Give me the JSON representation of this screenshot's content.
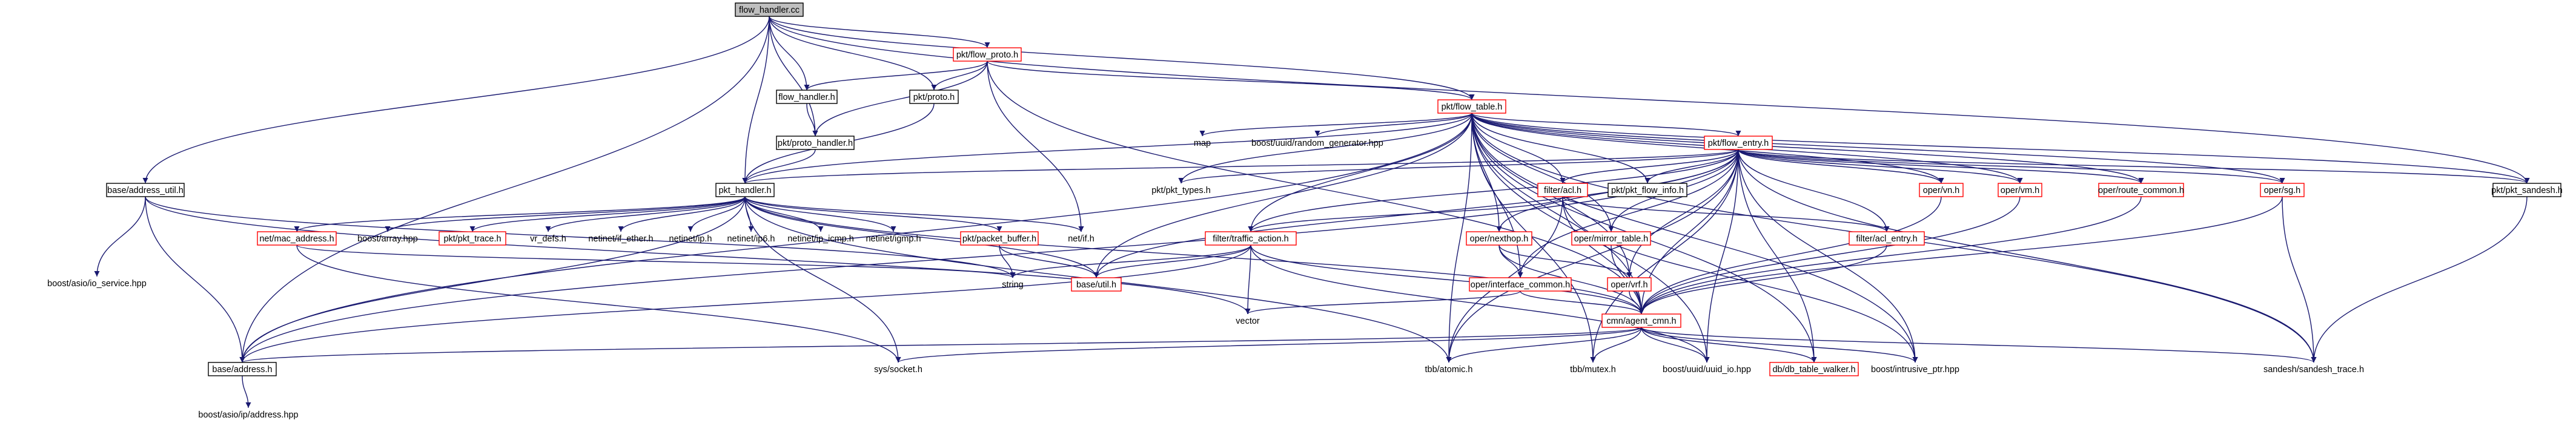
{
  "graph": {
    "nodes": [
      {
        "id": "flow_handler_cc",
        "label": "flow_handler.cc",
        "style": "root"
      },
      {
        "id": "pkt_flow_proto",
        "label": "pkt/flow_proto.h",
        "style": "red"
      },
      {
        "id": "flow_handler_h",
        "label": "flow_handler.h",
        "style": "black"
      },
      {
        "id": "pkt_proto_h",
        "label": "pkt/proto.h",
        "style": "black"
      },
      {
        "id": "pkt_flow_table",
        "label": "pkt/flow_table.h",
        "style": "red"
      },
      {
        "id": "pkt_proto_handler",
        "label": "pkt/proto_handler.h",
        "style": "black"
      },
      {
        "id": "pkt_handler",
        "label": "pkt_handler.h",
        "style": "black"
      },
      {
        "id": "base_address_util",
        "label": "base/address_util.h",
        "style": "black"
      },
      {
        "id": "map",
        "label": "map",
        "style": "none"
      },
      {
        "id": "boost_uuid_random",
        "label": "boost/uuid/random_generator.hpp",
        "style": "none"
      },
      {
        "id": "pkt_flow_entry",
        "label": "pkt/flow_entry.h",
        "style": "red"
      },
      {
        "id": "pkt_pkt_types",
        "label": "pkt/pkt_types.h",
        "style": "none"
      },
      {
        "id": "filter_acl",
        "label": "filter/acl.h",
        "style": "red"
      },
      {
        "id": "pkt_pkt_flow_info",
        "label": "pkt/pkt_flow_info.h",
        "style": "black"
      },
      {
        "id": "oper_vn",
        "label": "oper/vn.h",
        "style": "red"
      },
      {
        "id": "oper_vm",
        "label": "oper/vm.h",
        "style": "red"
      },
      {
        "id": "oper_route_common",
        "label": "oper/route_common.h",
        "style": "red"
      },
      {
        "id": "oper_sg",
        "label": "oper/sg.h",
        "style": "red"
      },
      {
        "id": "pkt_pkt_sandesh",
        "label": "pkt/pkt_sandesh.h",
        "style": "black"
      },
      {
        "id": "net_mac_address",
        "label": "net/mac_address.h",
        "style": "red"
      },
      {
        "id": "boost_array",
        "label": "boost/array.hpp",
        "style": "none"
      },
      {
        "id": "pkt_pkt_trace",
        "label": "pkt/pkt_trace.h",
        "style": "red"
      },
      {
        "id": "vr_defs",
        "label": "vr_defs.h",
        "style": "none"
      },
      {
        "id": "netinet_if_ether",
        "label": "netinet/if_ether.h",
        "style": "none"
      },
      {
        "id": "netinet_ip",
        "label": "netinet/ip.h",
        "style": "none"
      },
      {
        "id": "netinet_ip6",
        "label": "netinet/ip6.h",
        "style": "none"
      },
      {
        "id": "netinet_ip_icmp",
        "label": "netinet/ip_icmp.h",
        "style": "none"
      },
      {
        "id": "netinet_igmp",
        "label": "netinet/igmp.h",
        "style": "none"
      },
      {
        "id": "pkt_packet_buffer",
        "label": "pkt/packet_buffer.h",
        "style": "red"
      },
      {
        "id": "net_if",
        "label": "net/if.h",
        "style": "none"
      },
      {
        "id": "filter_traffic_action",
        "label": "filter/traffic_action.h",
        "style": "red"
      },
      {
        "id": "oper_nexthop",
        "label": "oper/nexthop.h",
        "style": "red"
      },
      {
        "id": "oper_mirror_table",
        "label": "oper/mirror_table.h",
        "style": "red"
      },
      {
        "id": "filter_acl_entry",
        "label": "filter/acl_entry.h",
        "style": "red"
      },
      {
        "id": "boost_asio_io_service",
        "label": "boost/asio/io_service.hpp",
        "style": "none"
      },
      {
        "id": "string",
        "label": "string",
        "style": "none"
      },
      {
        "id": "base_util",
        "label": "base/util.h",
        "style": "red"
      },
      {
        "id": "oper_interface_common",
        "label": "oper/interface_common.h",
        "style": "red"
      },
      {
        "id": "oper_vrf",
        "label": "oper/vrf.h",
        "style": "red"
      },
      {
        "id": "vector",
        "label": "vector",
        "style": "none"
      },
      {
        "id": "cmn_agent_cmn",
        "label": "cmn/agent_cmn.h",
        "style": "red"
      },
      {
        "id": "base_address",
        "label": "base/address.h",
        "style": "black"
      },
      {
        "id": "sys_socket",
        "label": "sys/socket.h",
        "style": "none"
      },
      {
        "id": "tbb_atomic",
        "label": "tbb/atomic.h",
        "style": "none"
      },
      {
        "id": "tbb_mutex",
        "label": "tbb/mutex.h",
        "style": "none"
      },
      {
        "id": "boost_uuid_io",
        "label": "boost/uuid/uuid_io.hpp",
        "style": "none"
      },
      {
        "id": "db_db_table_walker",
        "label": "db/db_table_walker.h",
        "style": "red"
      },
      {
        "id": "boost_intrusive_ptr",
        "label": "boost/intrusive_ptr.hpp",
        "style": "none"
      },
      {
        "id": "sandesh_trace",
        "label": "sandesh/sandesh_trace.h",
        "style": "none"
      },
      {
        "id": "boost_asio_ip_address",
        "label": "boost/asio/ip/address.hpp",
        "style": "none"
      }
    ],
    "edges": [
      [
        "flow_handler_cc",
        "pkt_flow_proto"
      ],
      [
        "flow_handler_cc",
        "flow_handler_h"
      ],
      [
        "flow_handler_cc",
        "pkt_proto_h"
      ],
      [
        "flow_handler_cc",
        "pkt_flow_table"
      ],
      [
        "flow_handler_cc",
        "pkt_proto_handler"
      ],
      [
        "flow_handler_cc",
        "pkt_handler"
      ],
      [
        "flow_handler_cc",
        "base_address_util"
      ],
      [
        "flow_handler_cc",
        "pkt_pkt_sandesh"
      ],
      [
        "flow_handler_cc",
        "base_address"
      ],
      [
        "pkt_flow_proto",
        "flow_handler_h"
      ],
      [
        "pkt_flow_proto",
        "pkt_proto_h"
      ],
      [
        "pkt_flow_proto",
        "pkt_flow_table"
      ],
      [
        "pkt_flow_proto",
        "pkt_proto_handler"
      ],
      [
        "pkt_flow_proto",
        "net_if"
      ],
      [
        "pkt_flow_proto",
        "cmn_agent_cmn"
      ],
      [
        "flow_handler_h",
        "pkt_proto_handler"
      ],
      [
        "pkt_proto_h",
        "pkt_handler"
      ],
      [
        "pkt_proto_handler",
        "pkt_handler"
      ],
      [
        "pkt_flow_table",
        "map"
      ],
      [
        "pkt_flow_table",
        "boost_uuid_random"
      ],
      [
        "pkt_flow_table",
        "pkt_flow_entry"
      ],
      [
        "pkt_flow_table",
        "pkt_pkt_types"
      ],
      [
        "pkt_flow_table",
        "filter_acl"
      ],
      [
        "pkt_flow_table",
        "pkt_pkt_flow_info"
      ],
      [
        "pkt_flow_table",
        "oper_vn"
      ],
      [
        "pkt_flow_table",
        "oper_vm"
      ],
      [
        "pkt_flow_table",
        "oper_route_common"
      ],
      [
        "pkt_flow_table",
        "oper_sg"
      ],
      [
        "pkt_flow_table",
        "pkt_pkt_sandesh"
      ],
      [
        "pkt_flow_table",
        "pkt_handler"
      ],
      [
        "pkt_flow_table",
        "oper_nexthop"
      ],
      [
        "pkt_flow_table",
        "oper_mirror_table"
      ],
      [
        "pkt_flow_table",
        "filter_traffic_action"
      ],
      [
        "pkt_flow_table",
        "cmn_agent_cmn"
      ],
      [
        "pkt_flow_table",
        "base_util"
      ],
      [
        "pkt_flow_table",
        "tbb_atomic"
      ],
      [
        "pkt_flow_table",
        "tbb_mutex"
      ],
      [
        "pkt_flow_table",
        "boost_uuid_io"
      ],
      [
        "pkt_flow_table",
        "base_address"
      ],
      [
        "pkt_flow_table",
        "db_db_table_walker"
      ],
      [
        "pkt_flow_table",
        "boost_intrusive_ptr"
      ],
      [
        "pkt_flow_table",
        "sandesh_trace"
      ],
      [
        "pkt_flow_table",
        "oper_vrf"
      ],
      [
        "pkt_flow_table",
        "oper_interface_common"
      ],
      [
        "pkt_flow_entry",
        "pkt_pkt_types"
      ],
      [
        "pkt_flow_entry",
        "filter_acl"
      ],
      [
        "pkt_flow_entry",
        "pkt_pkt_flow_info"
      ],
      [
        "pkt_flow_entry",
        "oper_vn"
      ],
      [
        "pkt_flow_entry",
        "oper_vm"
      ],
      [
        "pkt_flow_entry",
        "oper_route_common"
      ],
      [
        "pkt_flow_entry",
        "oper_sg"
      ],
      [
        "pkt_flow_entry",
        "pkt_pkt_sandesh"
      ],
      [
        "pkt_flow_entry",
        "pkt_handler"
      ],
      [
        "pkt_flow_entry",
        "filter_acl_entry"
      ],
      [
        "pkt_flow_entry",
        "oper_nexthop"
      ],
      [
        "pkt_flow_entry",
        "oper_mirror_table"
      ],
      [
        "pkt_flow_entry",
        "filter_traffic_action"
      ],
      [
        "pkt_flow_entry",
        "cmn_agent_cmn"
      ],
      [
        "pkt_flow_entry",
        "base_util"
      ],
      [
        "pkt_flow_entry",
        "tbb_atomic"
      ],
      [
        "pkt_flow_entry",
        "tbb_mutex"
      ],
      [
        "pkt_flow_entry",
        "boost_uuid_io"
      ],
      [
        "pkt_flow_entry",
        "db_db_table_walker"
      ],
      [
        "pkt_flow_entry",
        "boost_intrusive_ptr"
      ],
      [
        "pkt_flow_entry",
        "oper_vrf"
      ],
      [
        "pkt_flow_entry",
        "oper_interface_common"
      ],
      [
        "pkt_flow_entry",
        "sandesh_trace"
      ],
      [
        "pkt_flow_entry",
        "base_address"
      ],
      [
        "filter_acl",
        "filter_acl_entry"
      ],
      [
        "filter_acl",
        "filter_traffic_action"
      ],
      [
        "filter_acl",
        "cmn_agent_cmn"
      ],
      [
        "filter_acl",
        "tbb_atomic"
      ],
      [
        "filter_acl",
        "boost_intrusive_ptr"
      ],
      [
        "pkt_handler",
        "base_address"
      ],
      [
        "pkt_handler",
        "net_mac_address"
      ],
      [
        "pkt_handler",
        "boost_array"
      ],
      [
        "pkt_handler",
        "pkt_pkt_trace"
      ],
      [
        "pkt_handler",
        "vr_defs"
      ],
      [
        "pkt_handler",
        "netinet_if_ether"
      ],
      [
        "pkt_handler",
        "netinet_ip"
      ],
      [
        "pkt_handler",
        "netinet_ip6"
      ],
      [
        "pkt_handler",
        "netinet_ip_icmp"
      ],
      [
        "pkt_handler",
        "netinet_igmp"
      ],
      [
        "pkt_handler",
        "pkt_packet_buffer"
      ],
      [
        "pkt_handler",
        "net_if"
      ],
      [
        "pkt_handler",
        "base_util"
      ],
      [
        "pkt_handler",
        "cmn_agent_cmn"
      ],
      [
        "pkt_handler",
        "sys_socket"
      ],
      [
        "pkt_handler",
        "tbb_atomic"
      ],
      [
        "base_address_util",
        "boost_asio_io_service"
      ],
      [
        "base_address_util",
        "string"
      ],
      [
        "base_address_util",
        "base_address"
      ],
      [
        "base_address_util",
        "vector"
      ],
      [
        "net_mac_address",
        "string"
      ],
      [
        "net_mac_address",
        "sys_socket"
      ],
      [
        "pkt_packet_buffer",
        "string"
      ],
      [
        "pkt_packet_buffer",
        "base_util"
      ],
      [
        "filter_traffic_action",
        "string"
      ],
      [
        "filter_traffic_action",
        "vector"
      ],
      [
        "filter_traffic_action",
        "base_util"
      ],
      [
        "filter_traffic_action",
        "cmn_agent_cmn"
      ],
      [
        "filter_traffic_action",
        "base_address"
      ],
      [
        "filter_traffic_action",
        "boost_uuid_io"
      ],
      [
        "filter_acl_entry",
        "cmn_agent_cmn"
      ],
      [
        "oper_vn",
        "cmn_agent_cmn"
      ],
      [
        "oper_vm",
        "cmn_agent_cmn"
      ],
      [
        "oper_route_common",
        "cmn_agent_cmn"
      ],
      [
        "oper_sg",
        "cmn_agent_cmn"
      ],
      [
        "oper_sg",
        "sandesh_trace"
      ],
      [
        "pkt_pkt_sandesh",
        "sandesh_trace"
      ],
      [
        "oper_nexthop",
        "oper_interface_common"
      ],
      [
        "oper_nexthop",
        "oper_vrf"
      ],
      [
        "oper_nexthop",
        "cmn_agent_cmn"
      ],
      [
        "oper_mirror_table",
        "cmn_agent_cmn"
      ],
      [
        "oper_interface_common",
        "vector"
      ],
      [
        "oper_interface_common",
        "cmn_agent_cmn"
      ],
      [
        "oper_vrf",
        "cmn_agent_cmn"
      ],
      [
        "cmn_agent_cmn",
        "base_address"
      ],
      [
        "cmn_agent_cmn",
        "sys_socket"
      ],
      [
        "cmn_agent_cmn",
        "tbb_atomic"
      ],
      [
        "cmn_agent_cmn",
        "tbb_mutex"
      ],
      [
        "cmn_agent_cmn",
        "boost_uuid_io"
      ],
      [
        "cmn_agent_cmn",
        "db_db_table_walker"
      ],
      [
        "cmn_agent_cmn",
        "boost_intrusive_ptr"
      ],
      [
        "cmn_agent_cmn",
        "sandesh_trace"
      ],
      [
        "base_address",
        "boost_asio_ip_address"
      ]
    ],
    "colors": {
      "edge": "#191970",
      "border_red": "#ff0000",
      "border_black": "#000000",
      "root_fill": "#bfbfbf",
      "text": "#000000"
    }
  }
}
